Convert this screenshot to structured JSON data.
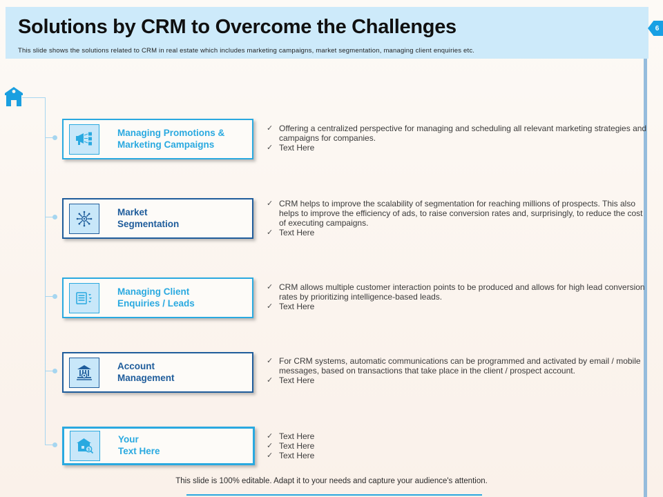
{
  "slide": {
    "title": "Solutions by CRM to Overcome the Challenges",
    "subtitle": "This slide shows the solutions related to CRM in real estate which includes marketing campaigns, market segmentation, managing client enquiries etc.",
    "page_number": "6",
    "footer": "This slide is 100% editable. Adapt it to your needs and capture your audience's attention."
  },
  "bullet_marker": "✓",
  "colors": {
    "accent_cyan": "#29a9e0",
    "accent_navy": "#1e5c9b",
    "header_bg": "#cdeafa",
    "icon_box_bg": "#c8e7f9",
    "badge_bg": "#18a0e4",
    "connector": "#a6d6f0",
    "edge_line": "#95bcdc"
  },
  "rows": [
    {
      "icon": "megaphone-icon",
      "theme": "cyan",
      "title_line1": "Managing Promotions &",
      "title_line2": "Marketing Campaigns",
      "bullets": [
        "Offering a centralized perspective for managing and scheduling all relevant marketing strategies and campaigns for companies.",
        "Text Here"
      ]
    },
    {
      "icon": "segmentation-icon",
      "theme": "navy",
      "title_line1": "Market",
      "title_line2": "Segmentation",
      "bullets": [
        "CRM helps to improve the scalability of segmentation for reaching millions of prospects. This also helps to improve the efficiency of ads, to raise conversion rates and, surprisingly, to reduce the cost of executing campaigns.",
        "Text Here"
      ]
    },
    {
      "icon": "client-enquiries-icon",
      "theme": "cyan",
      "title_line1": "Managing Client",
      "title_line2": "Enquiries / Leads",
      "bullets": [
        "CRM allows multiple customer interaction points to be produced and allows for high lead conversion rates by prioritizing intelligence-based leads.",
        "Text Here"
      ]
    },
    {
      "icon": "bank-icon",
      "theme": "navy",
      "title_line1": "Account",
      "title_line2": "Management",
      "bullets": [
        "For CRM systems, automatic communications can be programmed and activated by email / mobile messages, based on transactions that take place in the client / prospect account.",
        "Text Here"
      ]
    },
    {
      "icon": "house-search-icon",
      "theme": "cyan",
      "title_line1": "Your",
      "title_line2": "Text Here",
      "bullets": [
        "Text Here",
        "Text Here",
        "Text Here"
      ]
    }
  ]
}
